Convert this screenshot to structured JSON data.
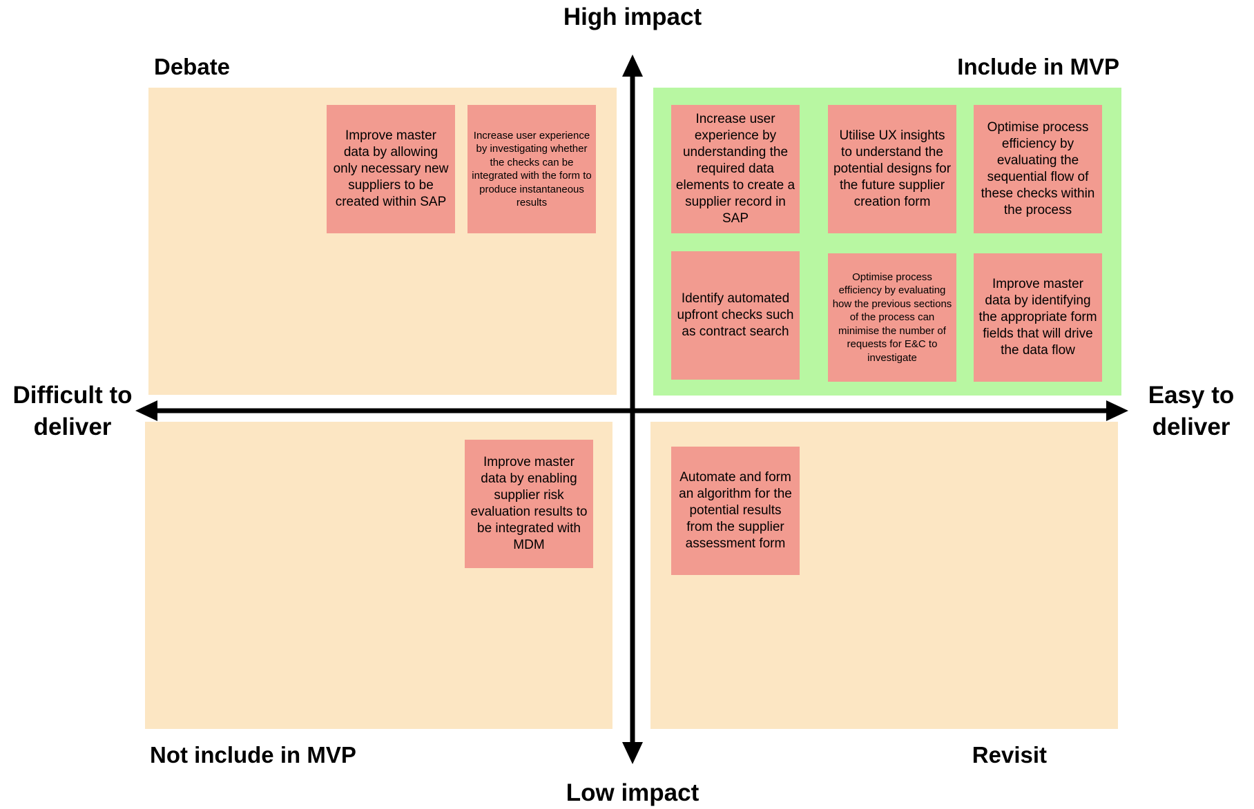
{
  "axes": {
    "top": "High impact",
    "bottom": "Low impact",
    "left": "Difficult to deliver",
    "right": "Easy to deliver"
  },
  "quadrants": {
    "top_left": {
      "label": "Debate",
      "color": "#fce6c3"
    },
    "top_right": {
      "label": "Include in MVP",
      "color": "#b8f7a2"
    },
    "bottom_left": {
      "label": "Not include in MVP",
      "color": "#fce6c3"
    },
    "bottom_right": {
      "label": "Revisit",
      "color": "#fce6c3"
    }
  },
  "sticky_color": "#f29b90",
  "stickies": {
    "debate": [
      "Improve master data by allowing only necessary new suppliers to be created within SAP",
      "Increase user experience by investigating whether the checks can be integrated with the form to produce instantaneous results"
    ],
    "include": [
      "Increase user experience by understanding the required data elements to create a supplier record in SAP",
      "Utilise UX insights to understand the potential designs for the future supplier creation form",
      "Optimise process efficiency by evaluating the sequential flow of these checks within the process",
      "Identify automated upfront checks such as contract search",
      "Optimise process efficiency by evaluating how the previous sections of the process can minimise the number of requests for E&C to investigate",
      "Improve master data by identifying the appropriate form fields that will drive the data flow"
    ],
    "not_include": [
      "Improve master data by enabling supplier risk evaluation results to be integrated with MDM"
    ],
    "revisit": [
      "Automate and form an algorithm for the potential results from the supplier assessment form"
    ]
  }
}
